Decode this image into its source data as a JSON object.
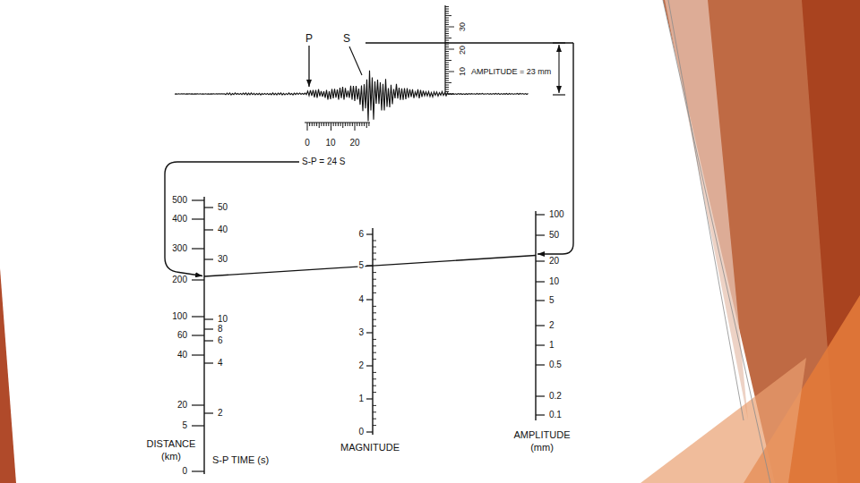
{
  "diagram": {
    "labels": [
      "P",
      "S",
      "10",
      "20",
      "30",
      "AMPLITUDE = 23 mm",
      "0",
      "10",
      "20",
      "S-P = 24 S",
      "500",
      "400",
      "300",
      "200",
      "100",
      "60",
      "40",
      "20",
      "5",
      "0",
      "50",
      "40",
      "30",
      "10",
      "8",
      "6",
      "4",
      "2",
      "6",
      "5",
      "4",
      "3",
      "2",
      "1",
      "0",
      "100",
      "50",
      "20",
      "10",
      "5",
      "2",
      "1",
      "0.5",
      "0.2",
      "0.1",
      "DISTANCE (km)",
      "S-P TIME (s)",
      "MAGNITUDE",
      "AMPLITUDE (mm)"
    ]
  }
}
